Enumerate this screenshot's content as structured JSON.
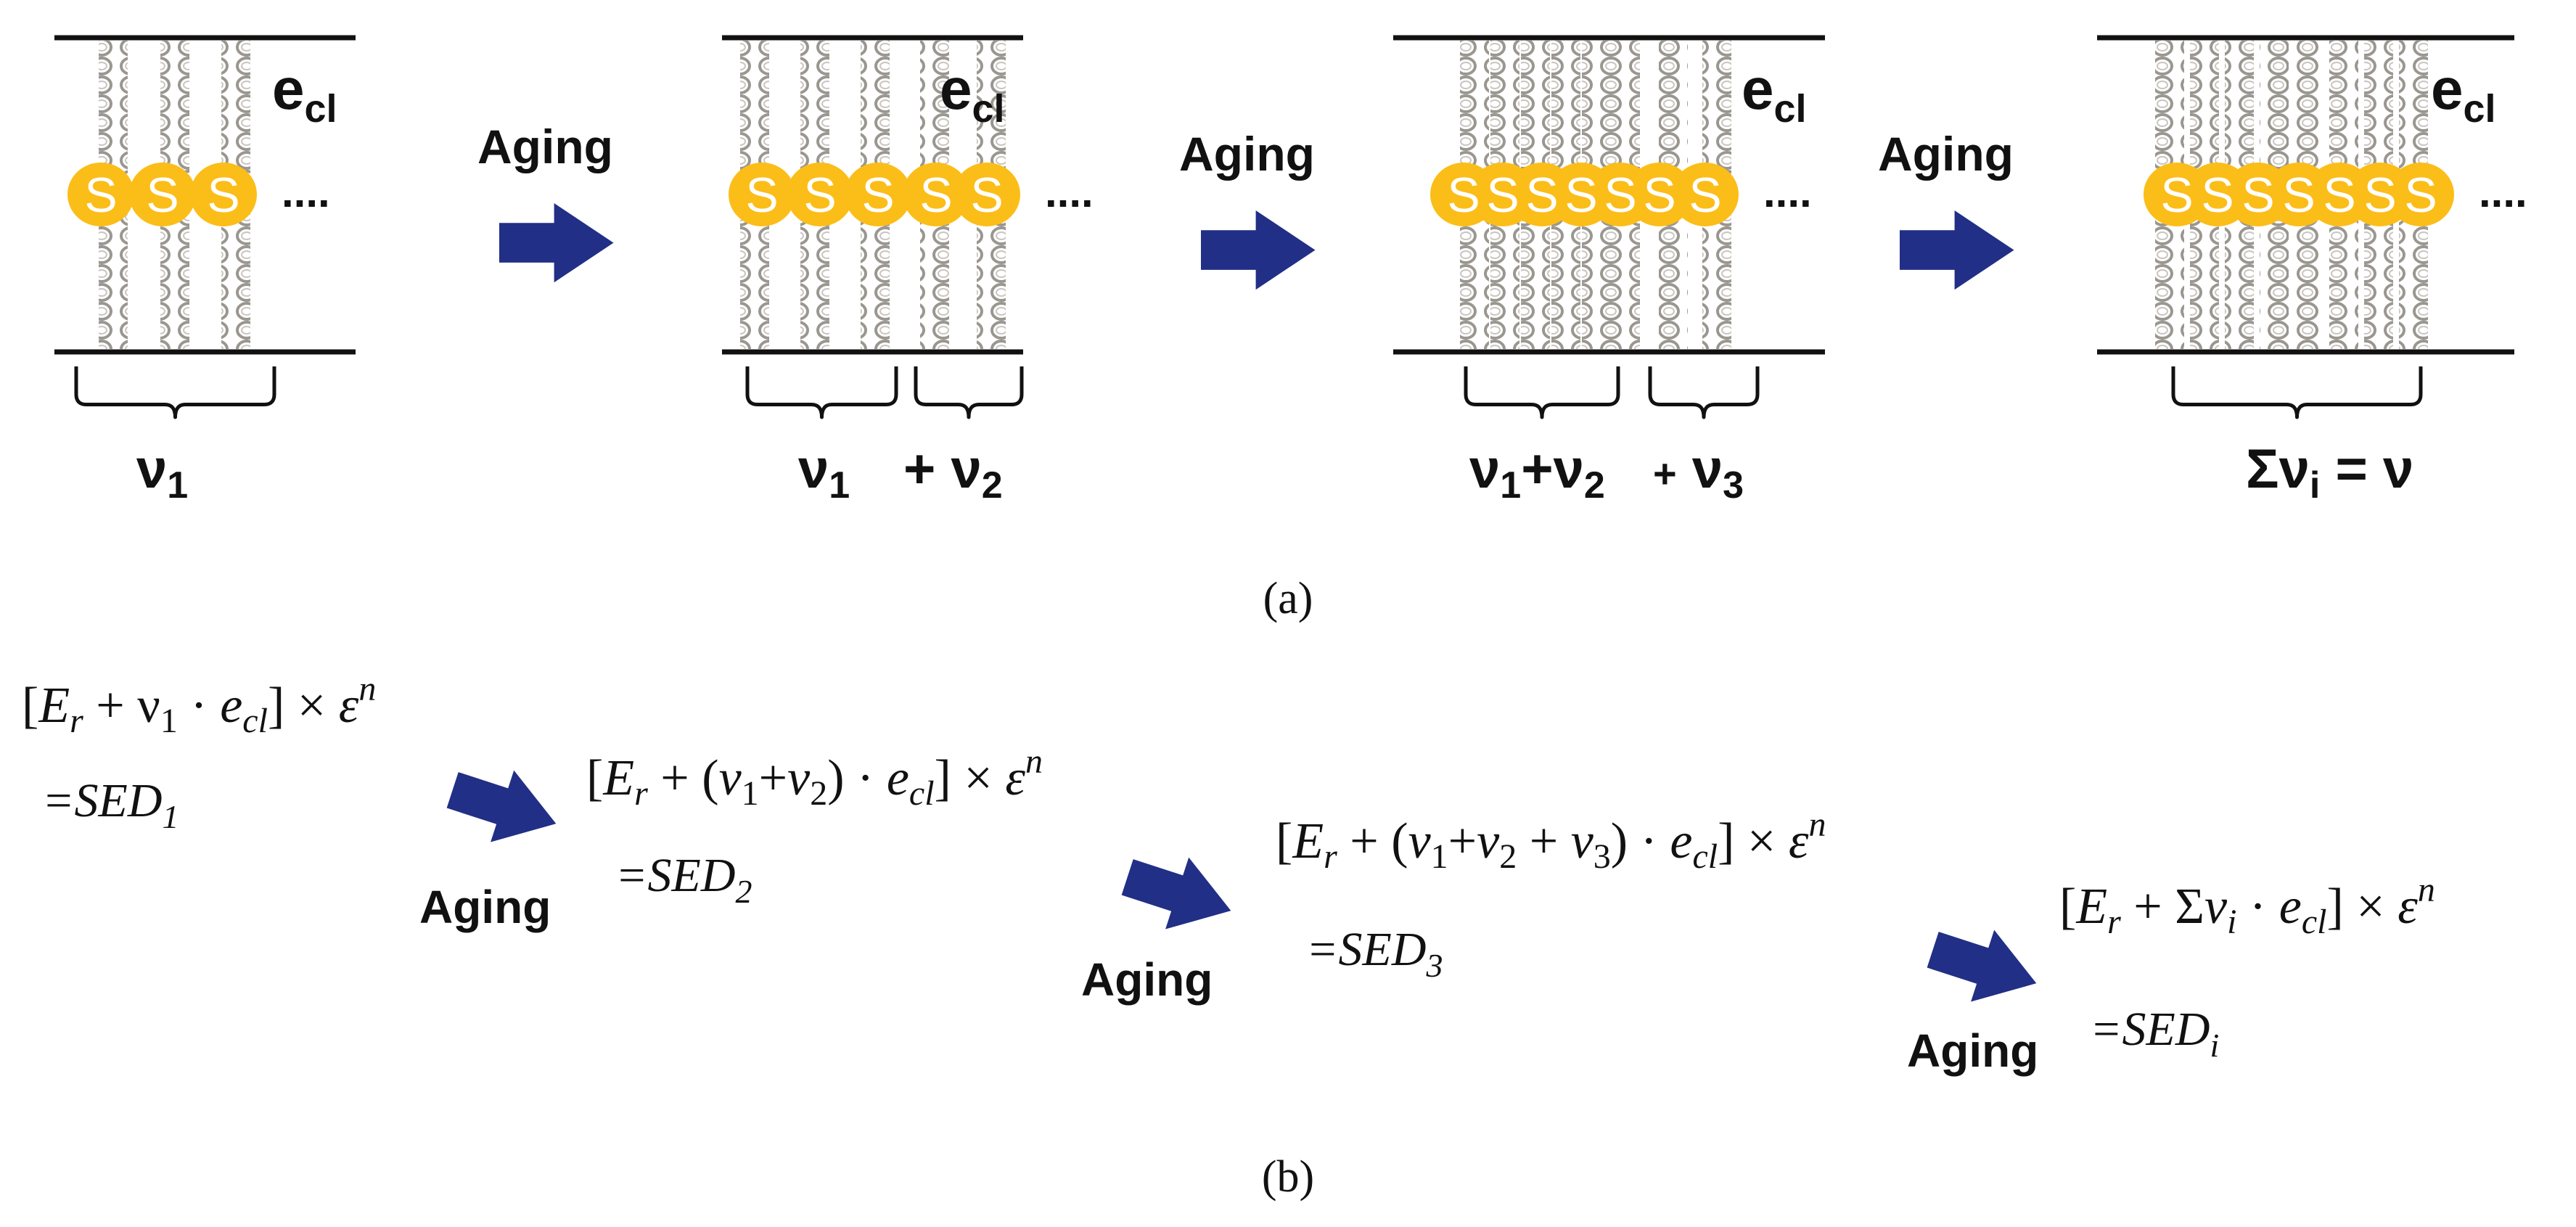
{
  "colors": {
    "strand": "#9a9690",
    "sulfur_fill": "#fbbd18",
    "sulfur_text": "#ffffff",
    "arrow": "#222f86",
    "line": "#111111"
  },
  "icons": [
    "right-arrow-icon",
    "polymer-chain-coil",
    "sulfur-crosslink-bead",
    "curly-brace"
  ],
  "panel_a": {
    "stages": [
      {
        "ecl": {
          "main": "e",
          "sub": "cl"
        },
        "beads": [
          "S",
          "S",
          "S"
        ],
        "ellipsis": "....",
        "braces": [
          {
            "main": "ν",
            "sub": "1"
          }
        ]
      },
      {
        "ecl": {
          "main": "e",
          "sub": "cl"
        },
        "beads": [
          "S",
          "S",
          "S",
          "S",
          "S"
        ],
        "ellipsis": "....",
        "braces": [
          {
            "main": "ν",
            "sub": "1"
          },
          {
            "prefix": "+",
            "main": "ν",
            "sub": "2"
          }
        ]
      },
      {
        "ecl": {
          "main": "e",
          "sub": "cl"
        },
        "beads": [
          "S",
          "S",
          "S",
          "S",
          "S",
          "S",
          "S"
        ],
        "ellipsis": "....",
        "braces": [
          {
            "main": "ν",
            "sub": "1",
            "main2": "+ν",
            "sub2": "2"
          },
          {
            "prefix": "+",
            "main": "ν",
            "sub": "3"
          }
        ]
      },
      {
        "ecl": {
          "main": "e",
          "sub": "cl"
        },
        "beads": [
          "S",
          "S",
          "S",
          "S",
          "S",
          "S",
          "S"
        ],
        "ellipsis": "....",
        "braces": [
          {
            "main": "Σν",
            "sub": "i",
            "suffix": "= ν"
          }
        ]
      }
    ],
    "arrows": [
      {
        "label": "Aging"
      },
      {
        "label": "Aging"
      },
      {
        "label": "Aging"
      }
    ],
    "caption": "(a)"
  },
  "panel_b": {
    "equations": [
      {
        "line1": "[E_r + ν_1 · e_cl] × ε^n",
        "line2": "=SED_1"
      },
      {
        "line1": "[E_r + (ν_1+ν_2) · e_cl] × ε^n",
        "line2": "=SED_2"
      },
      {
        "line1": "[E_r + (ν_1+ν_2 + ν_3) · e_cl] × ε^n",
        "line2": "=SED_3"
      },
      {
        "line1": "[E_r + Σν_i · e_cl] × ε^n",
        "line2": "=SED_i"
      }
    ],
    "arrows": [
      {
        "label": "Aging"
      },
      {
        "label": "Aging"
      },
      {
        "label": "Aging"
      }
    ],
    "caption": "(b)"
  }
}
